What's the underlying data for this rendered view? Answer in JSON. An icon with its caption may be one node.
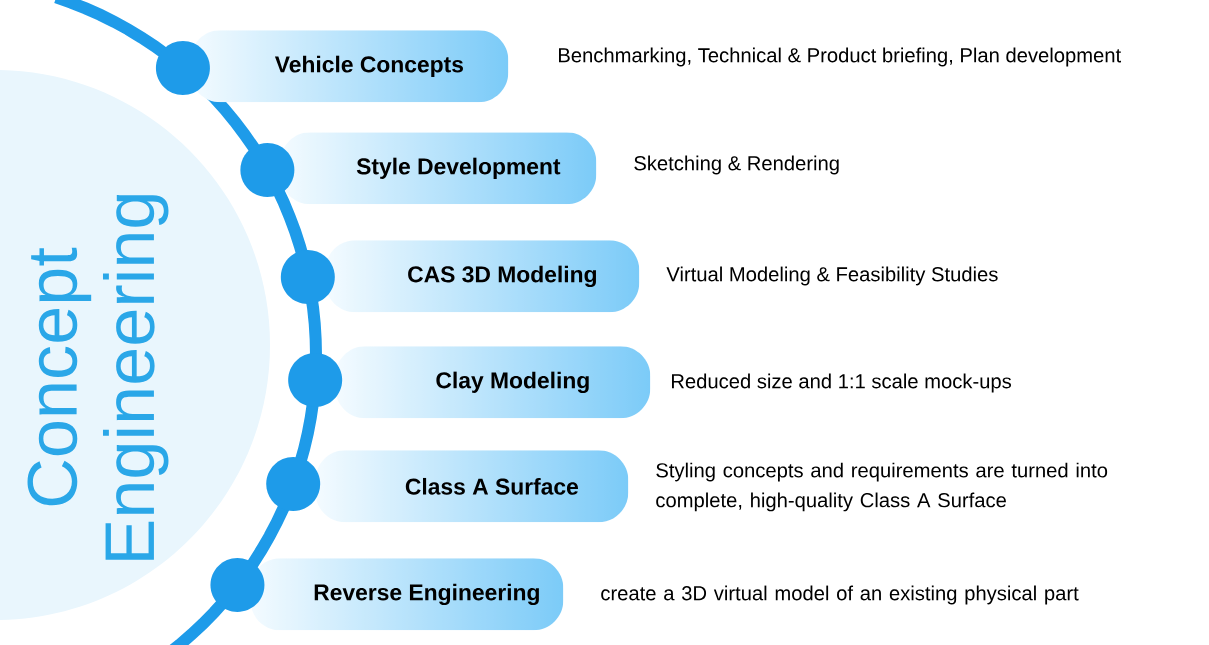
{
  "diagram": {
    "nodes": [
      {
        "text": [
          "Concept Engineering"
        ]
      },
      {
        "text": [
          "Vehicle Concepts"
        ]
      },
      {
        "text": [
          "Style Development"
        ]
      },
      {
        "text": [
          "CAS 3D Modeling"
        ]
      },
      {
        "text": [
          "Clay Modeling"
        ]
      },
      {
        "text": [
          "Class A Surface"
        ]
      },
      {
        "text": [
          "Reverse Engineering"
        ]
      }
    ],
    "labels": [
      "Benchmarking, Technical & Product briefing, Plan development",
      "Sketching & Rendering",
      "Virtual Modeling & Feasibility Studies",
      "Reduced size and 1:1 scale mock-ups",
      "Styling concepts and requirements are turned into complete, high-quality Class A Surface",
      "create a 3D virtual model of an existing physical part"
    ]
  }
}
